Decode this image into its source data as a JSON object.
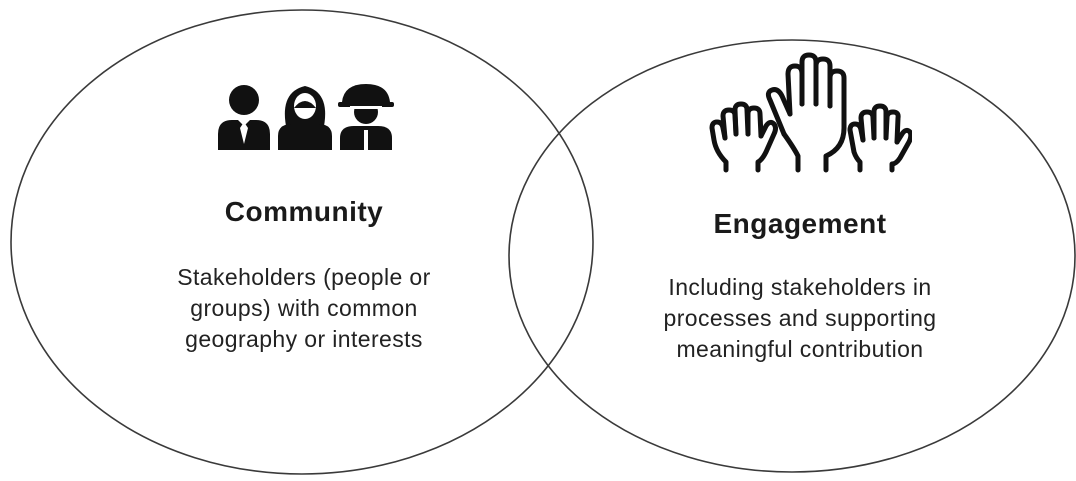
{
  "colors": {
    "outline": "#3a3a3a",
    "icon": "#111111",
    "text": "#1a1a1a",
    "background": "#ffffff"
  },
  "left_circle": {
    "icon": "people-group-icon",
    "title": "Community",
    "description_lines": [
      "Stakeholders (people or",
      "groups) with common",
      "geography or interests"
    ]
  },
  "right_circle": {
    "icon": "raised-hands-icon",
    "title": "Engagement",
    "description_lines": [
      "Including stakeholders in",
      "processes and supporting",
      "meaningful contribution"
    ]
  }
}
